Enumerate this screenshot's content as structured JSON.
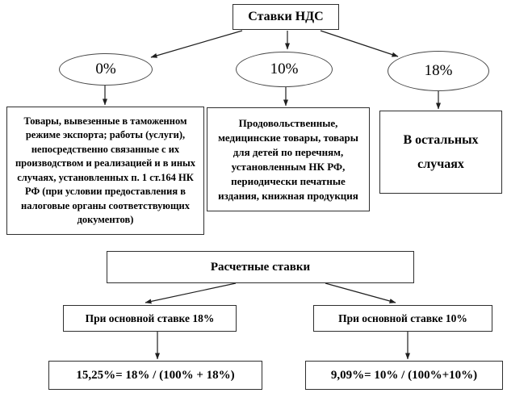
{
  "colors": {
    "background": "#ffffff",
    "border": "#2f2f2f",
    "text": "#000000",
    "arrow": "#1f1f1f"
  },
  "vat_rates": {
    "title": "Ставки НДС",
    "rates": [
      {
        "value": "0%",
        "case": "Товары, вывезенные в таможенном режиме экспорта; работы (услуги), непосредственно связанные с их производством и реализацией и в иных случаях, установленных п. 1 ст.164 НК РФ (при условии предоставления в налоговые органы соответствующих документов)"
      },
      {
        "value": "10%",
        "case": "Продовольственные, медицинские товары, товары для детей по перечням, установленным НК РФ, периодически печатные издания, книжная продукция"
      },
      {
        "value": "18%",
        "case": "В остальных случаях"
      }
    ]
  },
  "calculated_rates": {
    "title": "Расчетные ставки",
    "branches": [
      {
        "condition": "При основной ставке 18%",
        "formula": "15,25%= 18% / (100% + 18%)"
      },
      {
        "condition": "При основной ставке 10%",
        "formula": "9,09%= 10% / (100%+10%)"
      }
    ]
  }
}
